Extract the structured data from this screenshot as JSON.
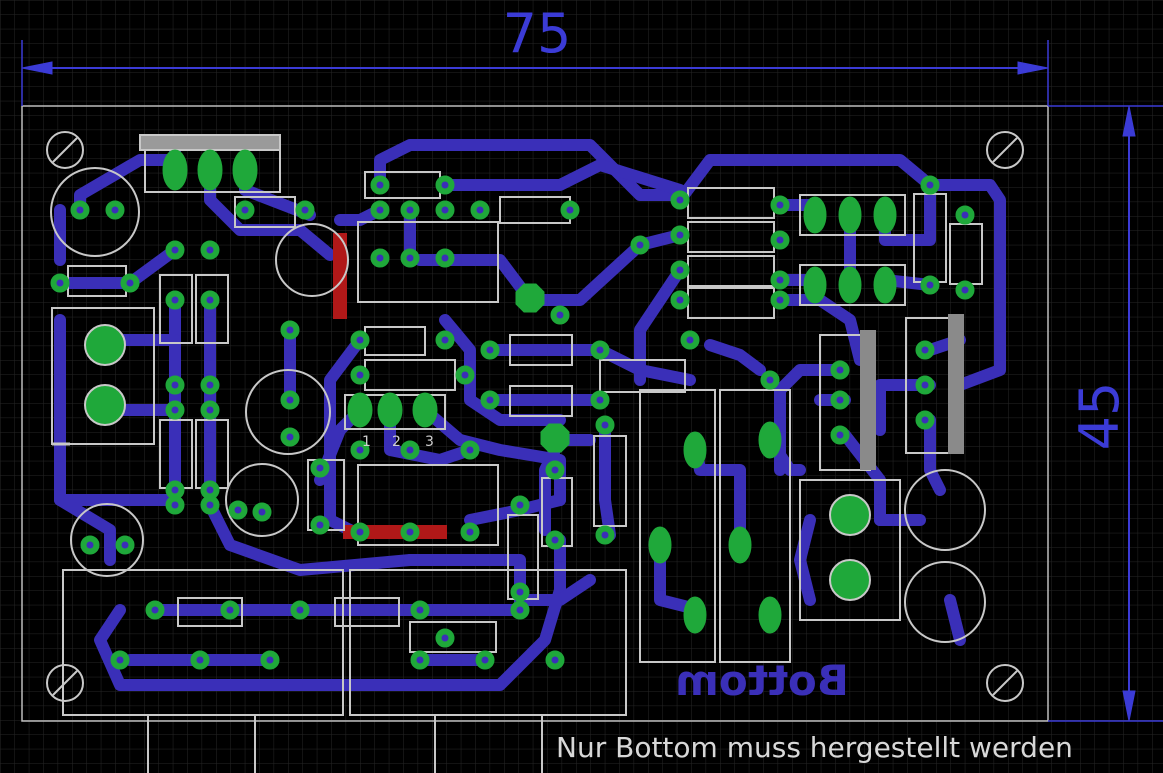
{
  "dimensions": {
    "width_label": "75",
    "height_label": "45"
  },
  "board": {
    "bottom_text": "Bottom",
    "pin_labels": {
      "a": "1",
      "b": "2",
      "c": "3"
    }
  },
  "note": "Nur Bottom muss hergestellt werden",
  "colors": {
    "background": "#000000",
    "grid": "#1c1c1c",
    "copper_bottom": "#3a2fb8",
    "pad": "#1fa83a",
    "silkscreen": "#c8c8c8",
    "dimension": "#3b3bd6",
    "top_wire": "#b01818"
  }
}
